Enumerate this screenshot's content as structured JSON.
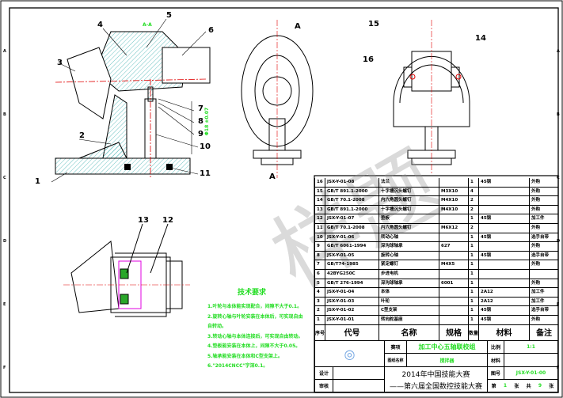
{
  "watermark": "样题",
  "section_labels": {
    "section_aa": "A-A",
    "section_a_top": "A",
    "section_a_bottom": "A"
  },
  "callouts": [
    "1",
    "2",
    "3",
    "4",
    "5",
    "6",
    "7",
    "8",
    "9",
    "10",
    "11",
    "12",
    "13",
    "14",
    "15",
    "16"
  ],
  "dimension": "Φ18 ±0.07",
  "zone_letters": [
    "A",
    "B",
    "C",
    "D",
    "E",
    "F"
  ],
  "tech_requirements": {
    "title": "技术要求",
    "items": [
      "1.叶轮与本体能实现配合，间隙不大于0.1。",
      "2.旋转心轴与叶轮安装在本体后，可实现自由",
      "自转动。",
      "3.转动心轴与本体连接后，可实现自由转动。",
      "4.垫板能安装在本体上，间隙不大于0.05。",
      "5.轴承能安装在本体和C型支架上。",
      "6.\"2014CNCC\"字深0.1。"
    ]
  },
  "bom": {
    "rows": [
      {
        "no": "16",
        "code": "JSX-Y-01-08",
        "name": "法兰",
        "spec": "",
        "qty": "1",
        "material": "45钢",
        "note": "外购"
      },
      {
        "no": "15",
        "code": "GB/T 891.1-2000",
        "name": "十字槽沉头螺钉",
        "spec": "M3X10",
        "qty": "4",
        "material": "",
        "note": "外购"
      },
      {
        "no": "14",
        "code": "GB/T 70.1-2008",
        "name": "内六角圆头螺钉",
        "spec": "M4X10",
        "qty": "2",
        "material": "",
        "note": "外购"
      },
      {
        "no": "13",
        "code": "GB/T 891.1-2000",
        "name": "十字槽沉头螺钉",
        "spec": "M4X10",
        "qty": "2",
        "material": "",
        "note": "外购"
      },
      {
        "no": "12",
        "code": "JSX-Y-01-07",
        "name": "垫板",
        "spec": "",
        "qty": "1",
        "material": "45钢",
        "note": "加工件"
      },
      {
        "no": "11",
        "code": "GB/T 70.1-2008",
        "name": "内六角圆头螺钉",
        "spec": "M6X12",
        "qty": "2",
        "material": "",
        "note": "外购"
      },
      {
        "no": "10",
        "code": "JSX-Y-01-06",
        "name": "转动心轴",
        "spec": "",
        "qty": "1",
        "material": "45钢",
        "note": "选手自带"
      },
      {
        "no": "9",
        "code": "GB/T 6061-1994",
        "name": "深沟球轴承",
        "spec": "627",
        "qty": "1",
        "material": "",
        "note": "外购"
      },
      {
        "no": "8",
        "code": "JSX-Y-01-05",
        "name": "旋转心轴",
        "spec": "",
        "qty": "1",
        "material": "45钢",
        "note": "选手自带"
      },
      {
        "no": "7",
        "code": "GB/T74-1985",
        "name": "紧定螺钉",
        "spec": "M4X5",
        "qty": "1",
        "material": "",
        "note": "外购"
      },
      {
        "no": "6",
        "code": "42BYG250C",
        "name": "步进电机",
        "spec": "",
        "qty": "1",
        "material": "",
        "note": ""
      },
      {
        "no": "5",
        "code": "GB/T 276-1994",
        "name": "深沟球轴承",
        "spec": "6001",
        "qty": "1",
        "material": "",
        "note": "外购"
      },
      {
        "no": "4",
        "code": "JSX-Y-01-04",
        "name": "本体",
        "spec": "",
        "qty": "1",
        "material": "2A12",
        "note": "加工件"
      },
      {
        "no": "3",
        "code": "JSX-Y-01-03",
        "name": "叶轮",
        "spec": "",
        "qty": "1",
        "material": "2A12",
        "note": "加工件"
      },
      {
        "no": "2",
        "code": "JSX-Y-01-02",
        "name": "C型支架",
        "spec": "",
        "qty": "1",
        "material": "45钢",
        "note": "选手自带"
      },
      {
        "no": "1",
        "code": "JSX-Y-01-01",
        "name": "转向舵基座",
        "spec": "",
        "qty": "1",
        "material": "45钢",
        "note": "外购"
      }
    ],
    "headers": {
      "no": "序号",
      "code": "代号",
      "name": "名称",
      "spec": "规格",
      "qty": "数量",
      "material": "材料",
      "note": "备注"
    }
  },
  "title_block": {
    "event_label": "赛项",
    "event_value": "加工中心五轴联校组",
    "drawing_name_label": "图纸名称",
    "drawing_name_value": "搅拌器",
    "scale_label": "比例",
    "scale_value": "1:1",
    "material_label": "材料",
    "material_value": "",
    "design_label": "设计",
    "review_label": "审核",
    "contest_line1": "2014年中国技能大赛",
    "contest_line2": "——第六届全国数控技能大赛",
    "drawing_no_label": "图号",
    "drawing_no_value": "JSX-Y-01-00",
    "sheet_label_a": "第",
    "sheet_no": "1",
    "sheet_label_b": "张",
    "total_label_a": "共",
    "total_sheets": "9",
    "total_label_b": "张"
  },
  "colors": {
    "green": "#22dd22",
    "red": "#e00000",
    "magenta": "#e000e0",
    "hatch": "#2aa7a7"
  }
}
